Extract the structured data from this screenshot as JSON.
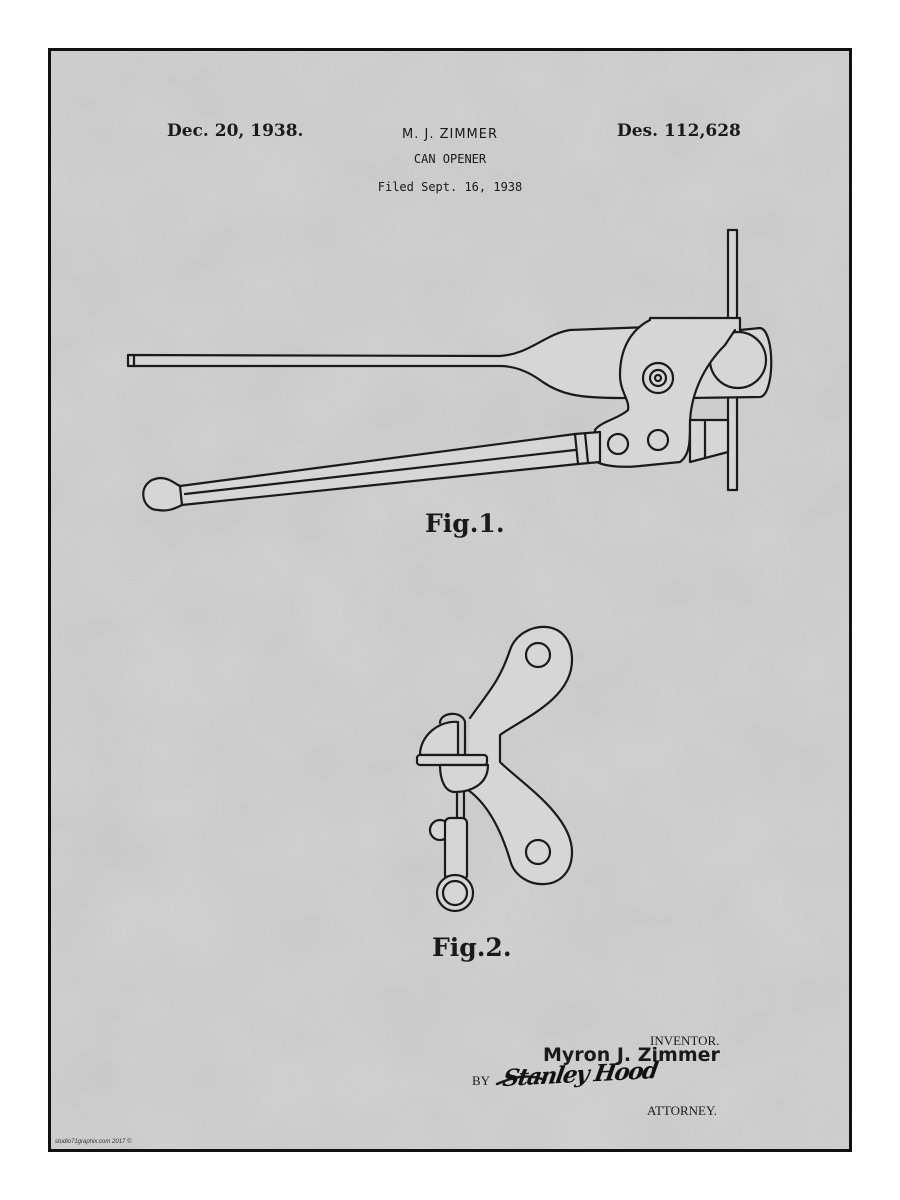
{
  "header": {
    "date": "Dec. 20, 1938.",
    "inventor_name": "M. J. ZIMMER",
    "title": "CAN OPENER",
    "filed": "Filed Sept. 16, 1938",
    "patent_number": "Des. 112,628"
  },
  "figures": [
    {
      "label": "Fig.1.",
      "depicts": "can-opener-side-view"
    },
    {
      "label": "Fig.2.",
      "depicts": "can-opener-head-view"
    }
  ],
  "signature_block": {
    "inventor_label": "INVENTOR.",
    "inventor_signature": "Myron J. Zimmer",
    "by_label": "BY",
    "attorney_signature": "Stanley Hood",
    "attorney_label": "ATTORNEY."
  },
  "watermark": "studio71graphix.com 2017 ©",
  "colors": {
    "paper": "#d6d6d6",
    "ink": "#1a1a1a",
    "frame": "#111111"
  }
}
